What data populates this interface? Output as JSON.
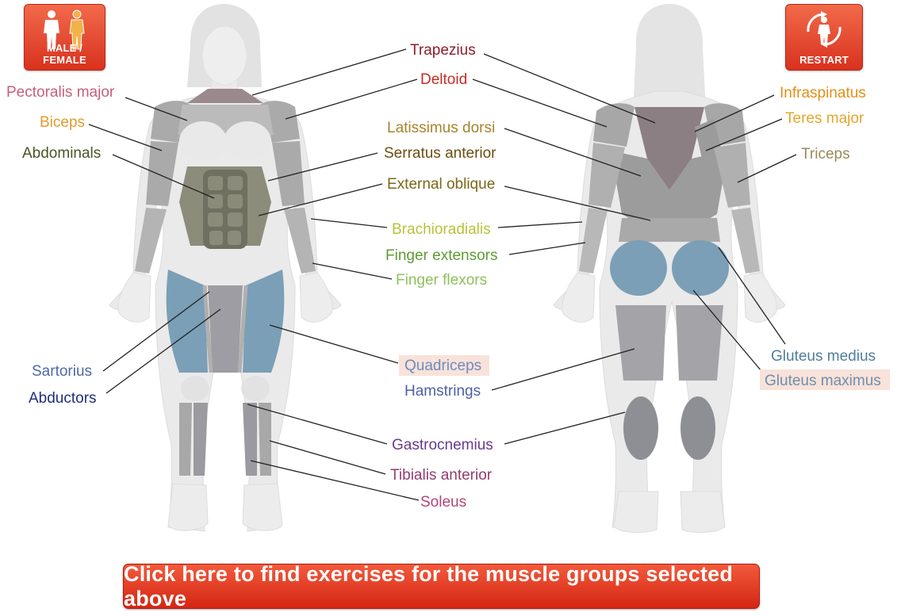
{
  "buttons": {
    "gender_label": "MALE / FEMALE",
    "restart_label": "RESTART",
    "cta_label": "Click here to find exercises for the muscle groups selected above"
  },
  "labels": {
    "trapezius": "Trapezius",
    "deltoid": "Deltoid",
    "pectoralis_major": "Pectoralis major",
    "biceps": "Biceps",
    "abdominals": "Abdominals",
    "latissimus_dorsi": "Latissimus dorsi",
    "serratus_anterior": "Serratus anterior",
    "external_oblique": "External oblique",
    "brachioradialis": "Brachioradialis",
    "finger_extensors": "Finger extensors",
    "finger_flexors": "Finger flexors",
    "sartorius": "Sartorius",
    "abductors": "Abductors",
    "quadriceps": "Quadriceps",
    "hamstrings": "Hamstrings",
    "gastrocnemius": "Gastrocnemius",
    "tibialis_anterior": "Tibialis anterior",
    "soleus": "Soleus",
    "infraspinatus": "Infraspinatus",
    "teres_major": "Teres major",
    "triceps": "Triceps",
    "gluteus_medius": "Gluteus medius",
    "gluteus_maximus": "Gluteus maximus"
  },
  "colors": {
    "button_red": "#e0432a",
    "selected_muscle": "#7b9fb6",
    "selected_label_bg": "#f8e2d9",
    "body_fill": "#eaeaea",
    "muscle_grey": "#a6a6a6",
    "abdominal_green": "#7f806c"
  },
  "icons": {
    "gender": "male-female-figures-icon",
    "restart": "restart-figure-icon"
  }
}
